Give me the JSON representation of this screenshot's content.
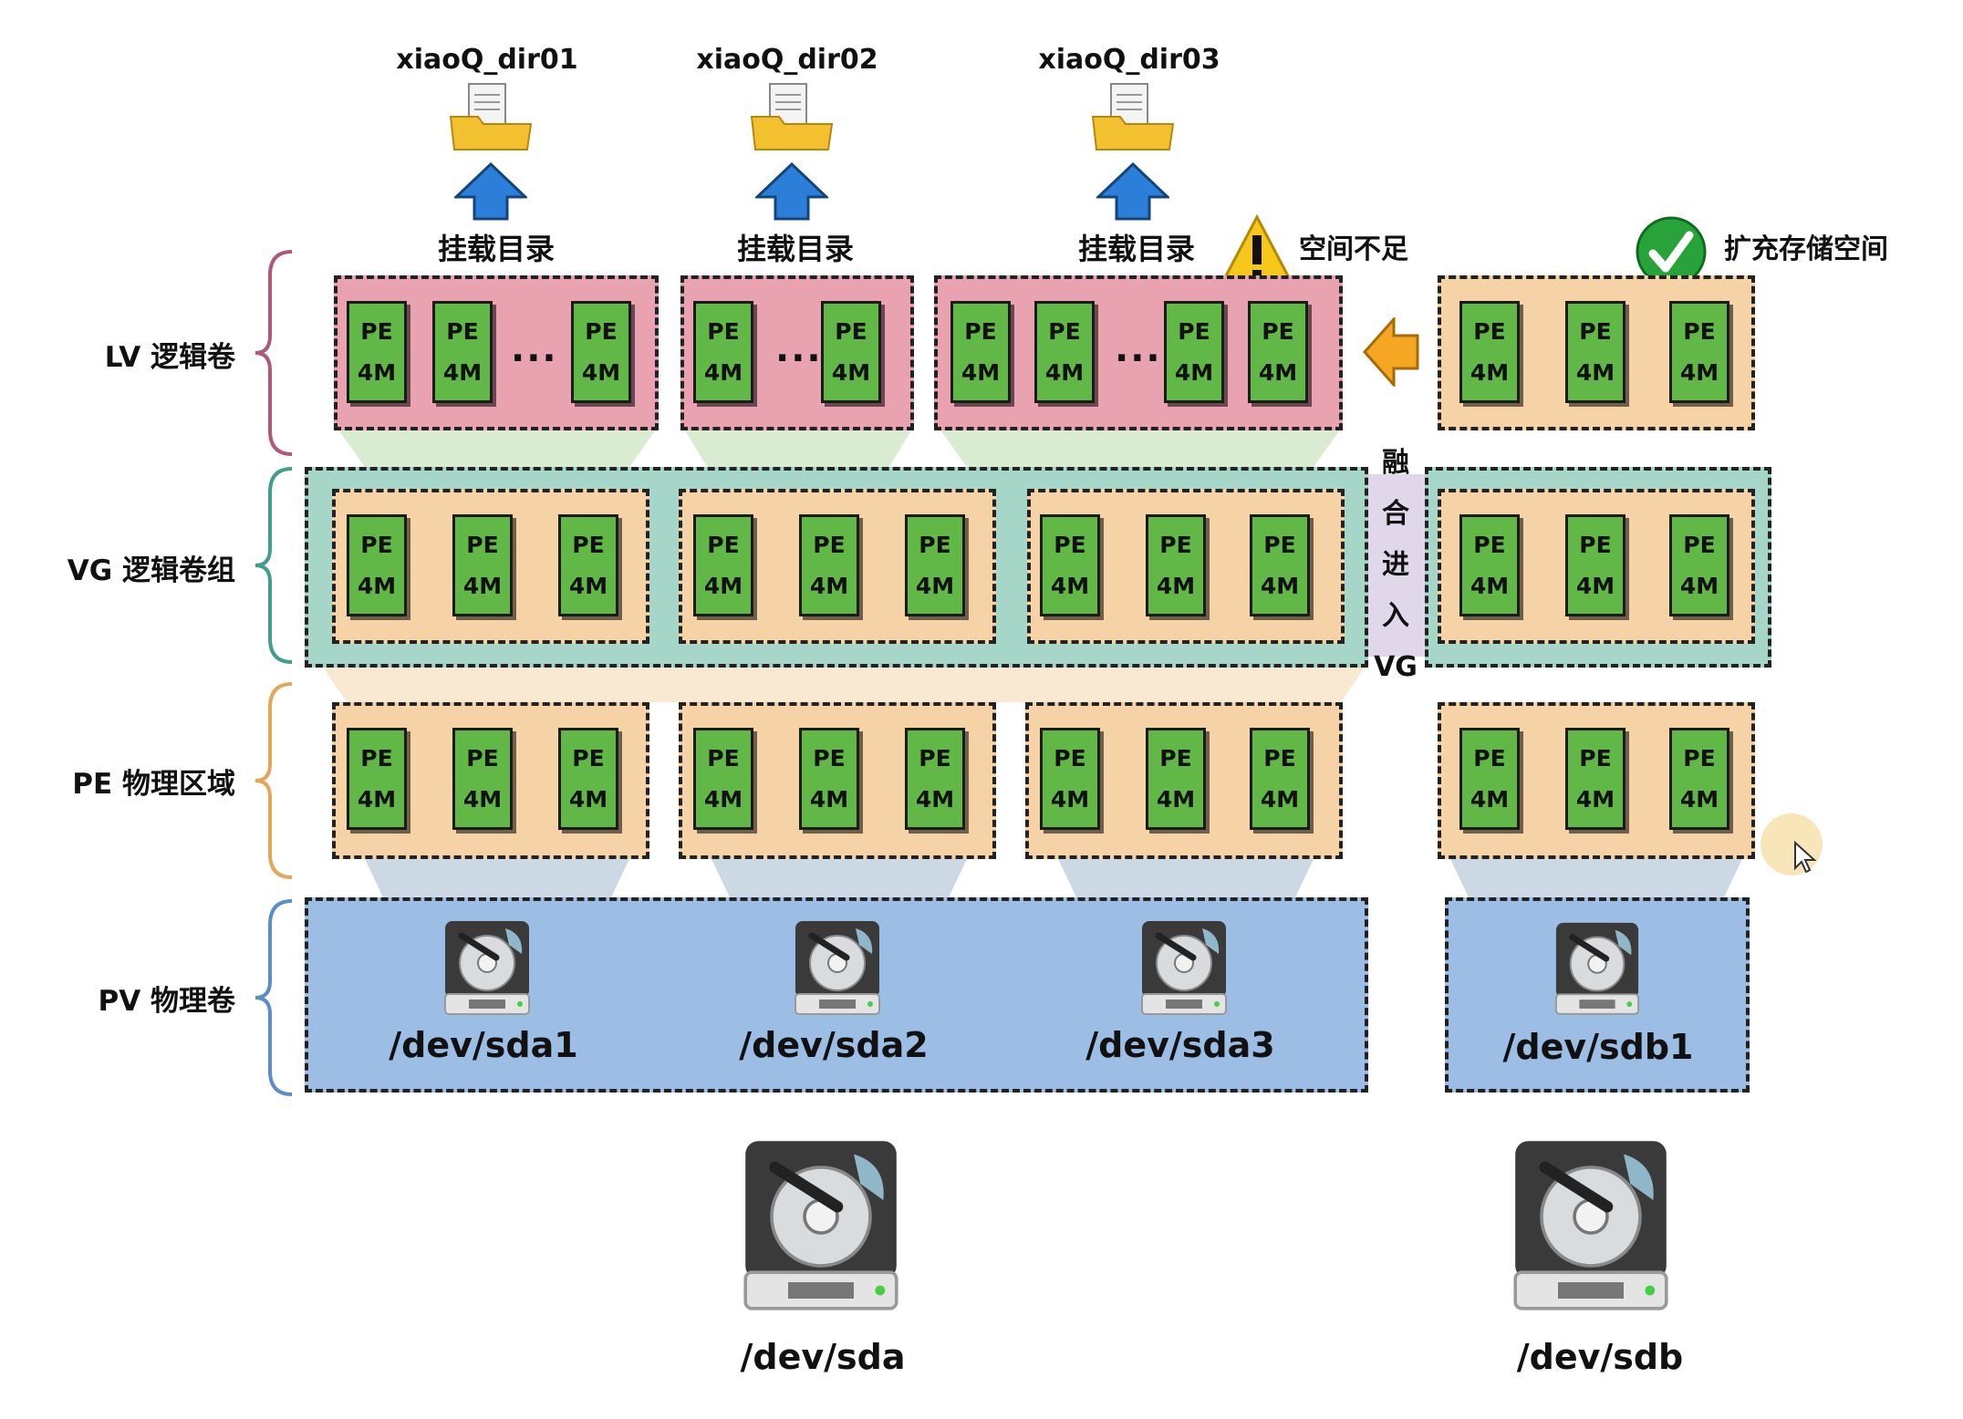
{
  "rows": {
    "lv": "LV 逻辑卷",
    "vg": "VG 逻辑卷组",
    "pe": "PE 物理区域",
    "pv": "PV 物理卷"
  },
  "directories": [
    "xiaoQ_dir01",
    "xiaoQ_dir02",
    "xiaoQ_dir03"
  ],
  "mount_label": "挂载目录",
  "warning": {
    "text": "空间不足",
    "icon": "warning-icon"
  },
  "extend": {
    "text": "扩充存储空间",
    "icon": "checkmark-icon"
  },
  "merge": [
    "融",
    "合",
    "进",
    "入",
    "VG"
  ],
  "pe_block": {
    "top": "PE",
    "bottom": "4M"
  },
  "ellipsis": "···",
  "partitions": [
    "/dev/sda1",
    "/dev/sda2",
    "/dev/sda3",
    "/dev/sdb1"
  ],
  "disks": [
    "/dev/sda",
    "/dev/sdb"
  ],
  "colors": {
    "pe_green": "#62b846",
    "lv_pink": "#e9a2b0",
    "vg_teal": "#a6d6c7",
    "pe_orange": "#f6d3a7",
    "pv_blue": "#9cbde4",
    "arrow_blue": "#2b7fd8",
    "arrow_orange": "#f5a623"
  }
}
